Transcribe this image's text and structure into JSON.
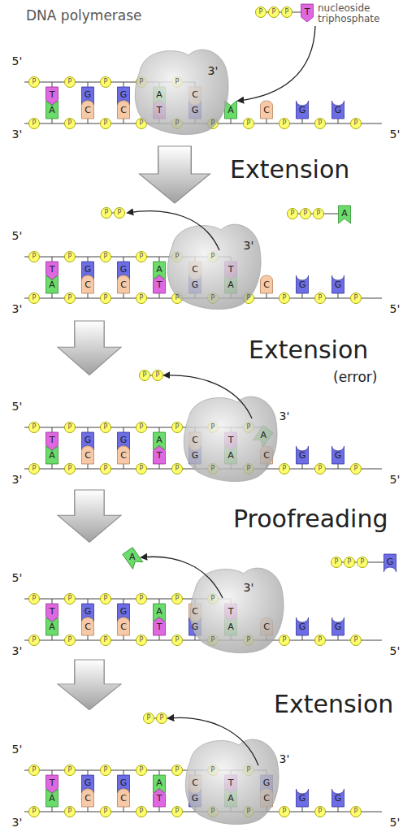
{
  "diagram": {
    "labels": [
      "DNA polymerase",
      "P",
      "P",
      "P",
      "T",
      "nucleoside triphosphate",
      "5'",
      "P",
      "T",
      "P",
      "G",
      "P",
      "G",
      "P",
      "A",
      "P",
      "C",
      "3'",
      "3'",
      "P",
      "A",
      "P",
      "C",
      "P",
      "C",
      "P",
      "T",
      "P",
      "G",
      "P",
      "A",
      "P",
      "C",
      "P",
      "G",
      "P",
      "G",
      "P",
      "5'",
      "Extension",
      "P",
      "P",
      "P",
      "P",
      "P",
      "A",
      "5'",
      "P",
      "T",
      "P",
      "G",
      "P",
      "G",
      "P",
      "A",
      "P",
      "C",
      "P",
      "T",
      "3'",
      "3'",
      "P",
      "A",
      "P",
      "C",
      "P",
      "C",
      "P",
      "T",
      "P",
      "G",
      "P",
      "A",
      "P",
      "C",
      "P",
      "G",
      "P",
      "G",
      "P",
      "5'",
      "Extension",
      "(error)",
      "P",
      "P",
      "5'",
      "P",
      "T",
      "P",
      "G",
      "P",
      "G",
      "P",
      "A",
      "P",
      "C",
      "P",
      "T",
      "P",
      "A",
      "3'",
      "3'",
      "P",
      "A",
      "P",
      "C",
      "P",
      "C",
      "P",
      "T",
      "P",
      "G",
      "P",
      "A",
      "P",
      "C",
      "P",
      "G",
      "P",
      "G",
      "P",
      "5'",
      "Proofreading",
      "A",
      "P",
      "P",
      "P",
      "G",
      "5'",
      "P",
      "T",
      "P",
      "G",
      "P",
      "G",
      "P",
      "A",
      "P",
      "C",
      "P",
      "T",
      "3'",
      "3'",
      "P",
      "A",
      "P",
      "C",
      "P",
      "C",
      "P",
      "T",
      "P",
      "G",
      "P",
      "A",
      "P",
      "C",
      "P",
      "G",
      "P",
      "G",
      "P",
      "5'",
      "Extension",
      "P",
      "P",
      "5'",
      "P",
      "T",
      "P",
      "G",
      "P",
      "G",
      "P",
      "A",
      "P",
      "C",
      "P",
      "T",
      "P",
      "G",
      "3'",
      "3'",
      "P",
      "A",
      "P",
      "C",
      "P",
      "C",
      "P",
      "T",
      "P",
      "G",
      "P",
      "A",
      "P",
      "C",
      "P",
      "G",
      "P",
      "G",
      "P",
      "5'"
    ]
  }
}
